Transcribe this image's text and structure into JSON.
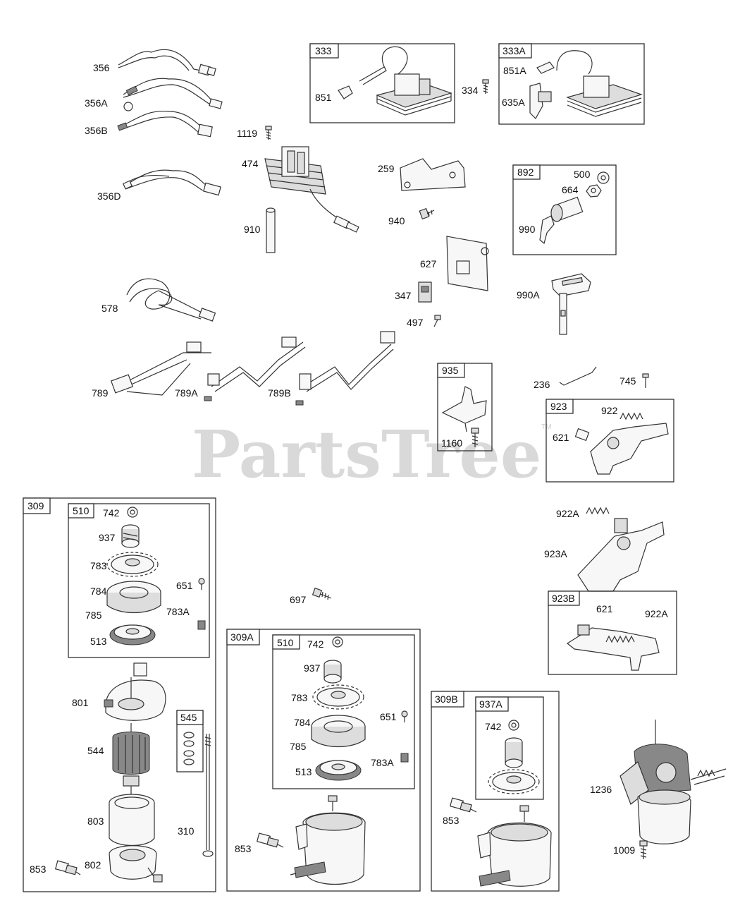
{
  "watermark": {
    "text": "PartsTree",
    "trademark": "TM"
  },
  "labels": {
    "l356": "356",
    "l356A": "356A",
    "l356B": "356B",
    "l356D": "356D",
    "l1119": "1119",
    "l474": "474",
    "l910": "910",
    "l851": "851",
    "l334": "334",
    "l851A": "851A",
    "l635A": "635A",
    "l259": "259",
    "l940": "940",
    "l500": "500",
    "l664": "664",
    "l990": "990",
    "l627": "627",
    "l347": "347",
    "l497": "497",
    "l990A": "990A",
    "l578": "578",
    "l789": "789",
    "l789A": "789A",
    "l789B": "789B",
    "l1160": "1160",
    "l236": "236",
    "l745": "745",
    "l922": "922",
    "l621": "621",
    "l922A": "922A",
    "l923A": "923A",
    "l621b": "621",
    "l922Ab": "922A",
    "l697": "697",
    "l742a": "742",
    "l937a": "937",
    "l783a": "783",
    "l651a": "651",
    "l784a": "784",
    "l785a": "785",
    "l783Aa": "783A",
    "l513a": "513",
    "l801": "801",
    "l544": "544",
    "l803": "803",
    "l310": "310",
    "l853a": "853",
    "l802": "802",
    "l742b": "742",
    "l937b": "937",
    "l783b": "783",
    "l651b": "651",
    "l784b": "784",
    "l785b": "785",
    "l783Ab": "783A",
    "l513b": "513",
    "l853b": "853",
    "l742c": "742",
    "l853c": "853",
    "l1236": "1236",
    "l1009": "1009"
  },
  "boxes": {
    "b333": "333",
    "b333A": "333A",
    "b892": "892",
    "b935": "935",
    "b923": "923",
    "b923B": "923B",
    "b309": "309",
    "b510a": "510",
    "b545": "545",
    "b309A": "309A",
    "b510b": "510",
    "b309B": "309B",
    "b937A": "937A"
  }
}
